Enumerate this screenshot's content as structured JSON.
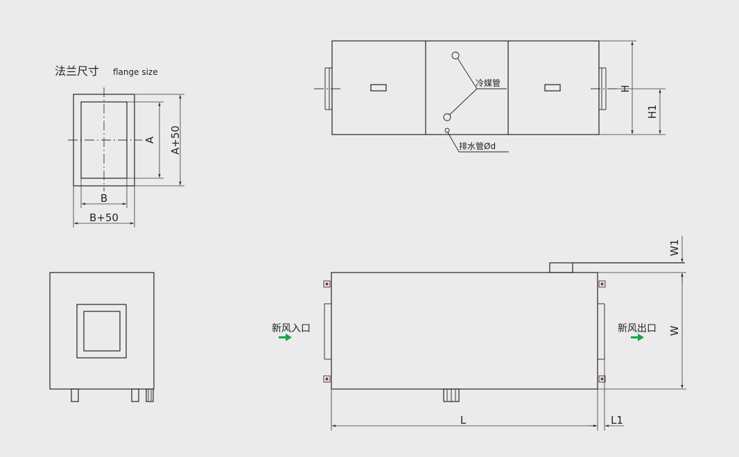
{
  "flange": {
    "title_cn": "法兰尺寸",
    "title_en": "flange size",
    "dim_A": "A",
    "dim_A50": "A+50",
    "dim_B": "B",
    "dim_B50": "B+50"
  },
  "top_view": {
    "refrigerant_pipe": "冷媒管",
    "drain_pipe": "排水管Ød",
    "dim_H": "H",
    "dim_H1": "H1"
  },
  "plan_view": {
    "inlet": "新风入口",
    "outlet": "新风出口",
    "dim_W": "W",
    "dim_W1": "W1",
    "dim_L": "L",
    "dim_L1": "L1"
  }
}
